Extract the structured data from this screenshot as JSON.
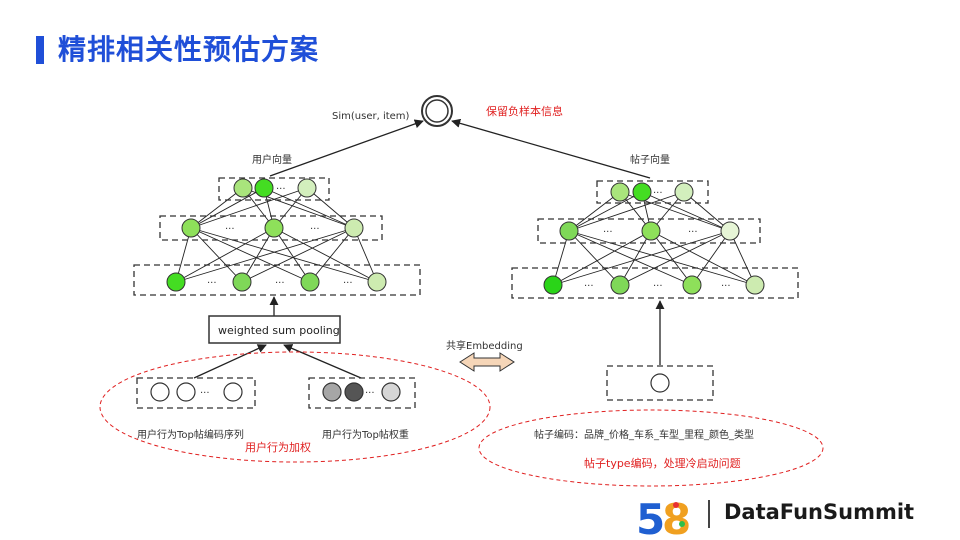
{
  "slide": {
    "title": "精排相关性预估方案"
  },
  "diagram": {
    "sim_label": "Sim(user, item)",
    "keep_negative": "保留负样本信息",
    "user_vector": "用户向量",
    "post_vector": "帖子向量",
    "dots": "···",
    "pooling": "weighted sum pooling",
    "shared_embedding": "共享Embedding",
    "user_seq_label": "用户行为Top帖编码序列",
    "user_weight_label": "用户行为Top帖权重",
    "user_weighting": "用户行为加权",
    "post_encoding": "帖子编码：品牌_价格_车系_车型_里程_颜色_类型",
    "post_type_encoding": "帖子type编码，处理冷启动问题"
  },
  "footer": {
    "logo_text": "58",
    "brand": "DataFunSummit"
  },
  "colors": {
    "title": "#1f4fd8",
    "node_dark": "#44dd22",
    "node_mid": "#8ee05a",
    "node_light": "#cdebb0",
    "node_pale": "#e6f5d6",
    "red": "#e02020",
    "arrow_fill": "#f6d6b8"
  }
}
